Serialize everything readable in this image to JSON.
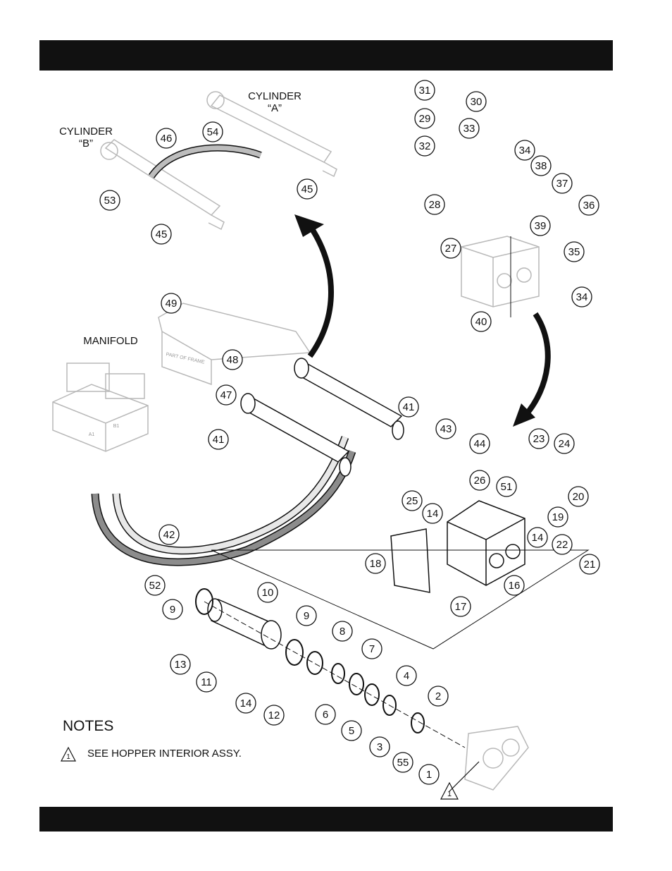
{
  "labels": {
    "cylinder_a_1": "CYLINDER",
    "cylinder_a_2": "“A”",
    "cylinder_b_1": "CYLINDER",
    "cylinder_b_2": "“B”",
    "manifold": "MANIFOLD",
    "part_of_frame": "PART OF FRAME",
    "port_a1": "A1",
    "port_b1": "B1"
  },
  "notes": {
    "title": "NOTES",
    "note_symbol": "1",
    "note_text": "SEE HOPPER INTERIOR ASSY."
  },
  "callouts": [
    "31",
    "30",
    "29",
    "33",
    "32",
    "34",
    "38",
    "37",
    "36",
    "28",
    "39",
    "27",
    "35",
    "34",
    "40",
    "54",
    "46",
    "45",
    "53",
    "45",
    "49",
    "48",
    "47",
    "41",
    "41",
    "43",
    "44",
    "23",
    "24",
    "26",
    "51",
    "20",
    "19",
    "25",
    "14",
    "14",
    "22",
    "21",
    "16",
    "18",
    "17",
    "42",
    "52",
    "10",
    "9",
    "9",
    "8",
    "7",
    "6",
    "5",
    "4",
    "2",
    "3",
    "55",
    "1",
    "13",
    "11",
    "14",
    "12"
  ],
  "colors": {
    "ink": "#111111",
    "fade": "#b8b8b8",
    "hose_light": "#e8e8e8",
    "hose_dark": "#8c8c8c"
  }
}
